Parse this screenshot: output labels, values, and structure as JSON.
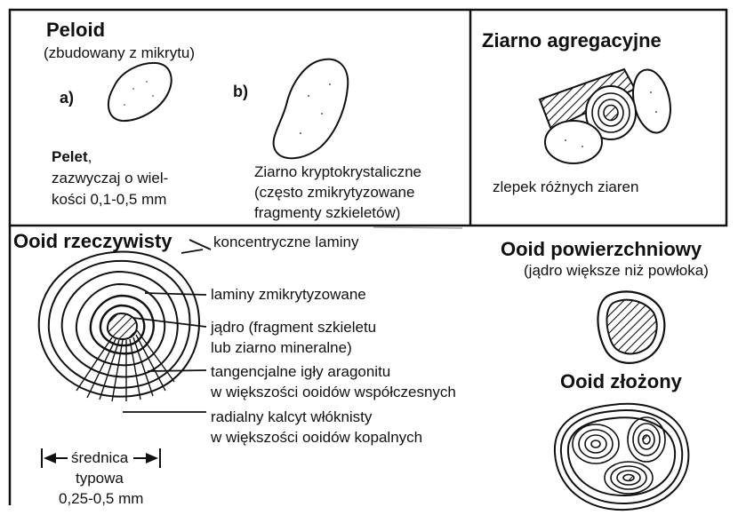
{
  "peloid": {
    "title": "Peloid",
    "subtitle": "(zbudowany z mikrytu)",
    "a_label": "a)",
    "b_label": "b)",
    "pelet_bold": "Pelet",
    "pelet_comma": ",",
    "pelet_line2": "zazwyczaj o wiel-",
    "pelet_line3": "kości 0,1-0,5 mm",
    "crypto_line1": "Ziarno kryptokrystaliczne",
    "crypto_line2": "(często zmikrytyzowane",
    "crypto_line3": "fragmenty szkieletów)"
  },
  "aggregate": {
    "title": "Ziarno agregacyjne",
    "caption": "zlepek różnych ziaren"
  },
  "ooid_true": {
    "title": "Ooid rzeczywisty",
    "labels": {
      "concentric": "koncentryczne laminy",
      "micritized": "laminy zmikrytyzowane",
      "nucleus_1": "jądro (fragment szkieletu",
      "nucleus_2": "lub ziarno mineralne)",
      "tangential_1": "tangencjalne igły aragonitu",
      "tangential_2": "w większości ooidów współczesnych",
      "radial_1": "radialny kalcyt włóknisty",
      "radial_2": "w większości ooidów kopalnych"
    },
    "diameter": {
      "label": "średnica",
      "line2": "typowa",
      "value": "0,25-0,5 mm"
    }
  },
  "ooid_superficial": {
    "title": "Ooid powierzchniowy",
    "subtitle": "(jądro większe niż powłoka)"
  },
  "ooid_composite": {
    "title": "Ooid złożony"
  },
  "icons": [
    "arrow-left-icon",
    "arrow-right-icon",
    "hatched-nucleus-icon"
  ],
  "colors": {
    "ink": "#111111",
    "background": "#ffffff"
  }
}
